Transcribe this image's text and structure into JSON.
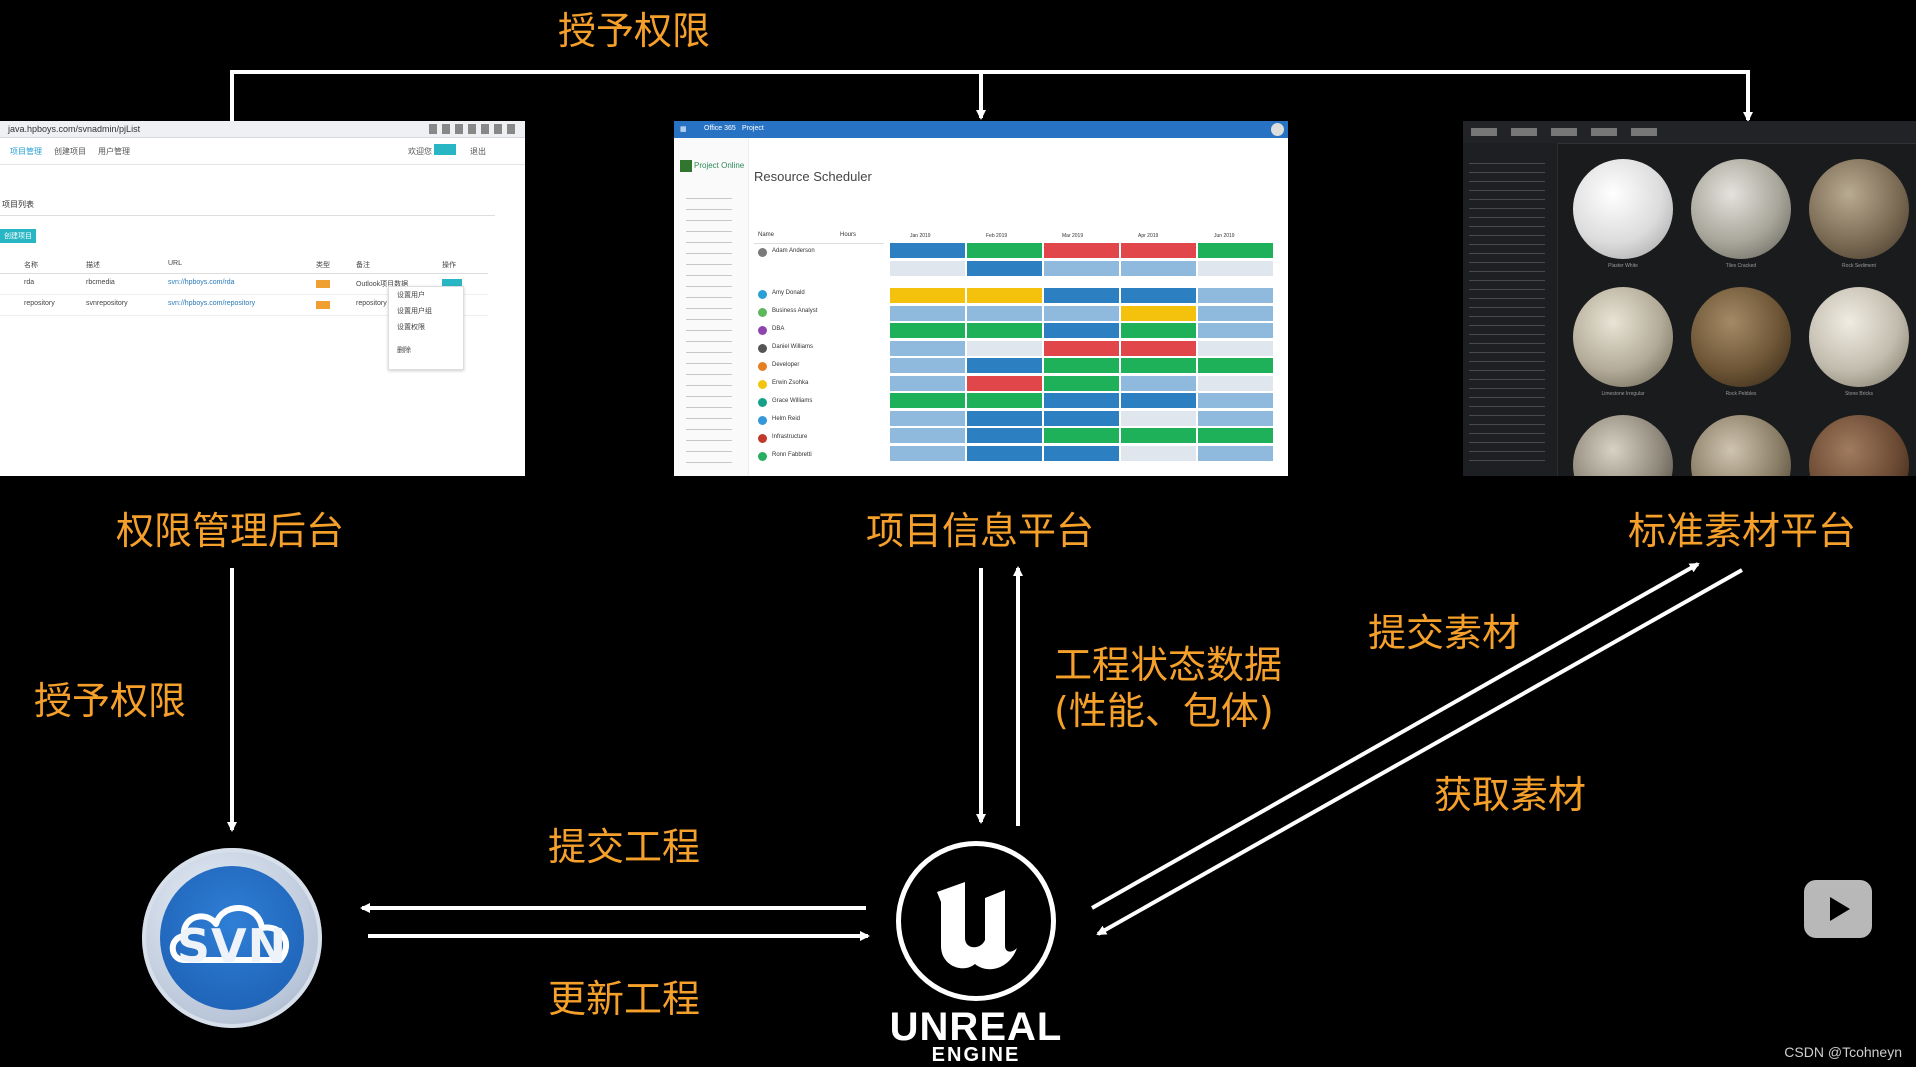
{
  "labels": {
    "top_grant": "授予权限",
    "admin_platform": "权限管理后台",
    "project_platform": "项目信息平台",
    "asset_platform": "标准素材平台",
    "left_grant": "授予权限",
    "status_line1": "工程状态数据",
    "status_line2": "(性能、包体)",
    "submit_asset": "提交素材",
    "get_asset": "获取素材",
    "submit_project": "提交工程",
    "update_project": "更新工程"
  },
  "svn": {
    "text": "SVN"
  },
  "unreal": {
    "line1": "UNREAL",
    "line2": "ENGINE"
  },
  "watermark": "CSDN @Tcohneyn",
  "shot_admin": {
    "url": "java.hpboys.com/svnadmin/pjList",
    "tabs": [
      "项目管理",
      "创建项目",
      "用户管理"
    ],
    "status": "欢迎您",
    "logout": "退出",
    "section": "项目列表",
    "new_btn": "创建项目",
    "headers": [
      "名称",
      "描述",
      "URL",
      "类型",
      "备注",
      "操作"
    ],
    "rows": [
      [
        "rda",
        "rbcmedia",
        "svn://hpboys.com/rda",
        "Outlook项目数据"
      ],
      [
        "repository",
        "svnrepository",
        "svn://hpboys.com/repository",
        "repository"
      ]
    ],
    "menu": [
      "设置用户",
      "设置用户组",
      "设置权限",
      "删除"
    ]
  },
  "shot_project": {
    "app": "Office 365",
    "module": "Project",
    "brand": "Project Online",
    "title": "Resource Scheduler",
    "col_headers": [
      "Name",
      "Hours"
    ],
    "months": [
      "Jan 2019",
      "Feb 2019",
      "Mar 2019",
      "Apr 2019",
      "Jun 2019"
    ],
    "people": [
      "Adam Anderson",
      "Amy Donald",
      "Business Analyst",
      "DBA",
      "Daniel Williams",
      "Developer",
      "Erwin Zsohka",
      "Grace Williams",
      "Helm Reid",
      "Infrastructure",
      "Ronn Fabbretti"
    ]
  },
  "shot_assets": {
    "labels": [
      "Plaster White",
      "Tiles Cracked",
      "Rock Sediment",
      "Limestone Irregular",
      "Rock Pebbles",
      "Stone Bricks"
    ]
  }
}
